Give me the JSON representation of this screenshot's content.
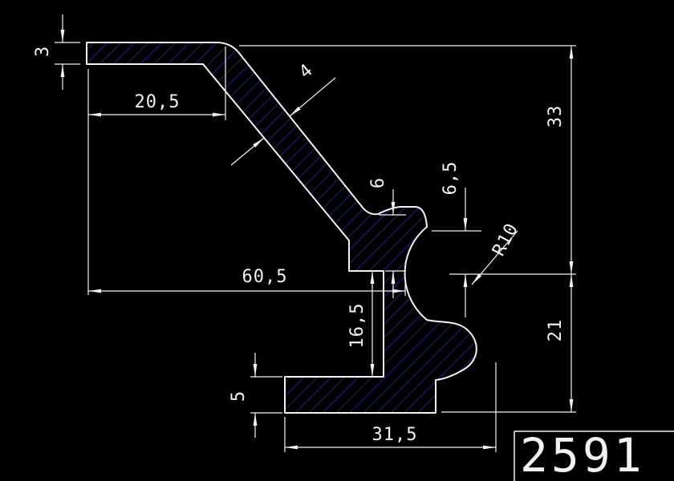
{
  "drawing": {
    "number": "2591",
    "colors": {
      "background": "#000000",
      "line": "#f2f2f2",
      "hatch": "#2e2ec8"
    },
    "dims": {
      "d_3": "3",
      "d_20_5": "20,5",
      "d_4": "4",
      "d_6": "6",
      "d_6_5": "6,5",
      "d_33": "33",
      "d_60_5": "60,5",
      "r_10": "R10",
      "d_16_5": "16,5",
      "d_21": "21",
      "d_5": "5",
      "d_31_5": "31,5"
    }
  }
}
